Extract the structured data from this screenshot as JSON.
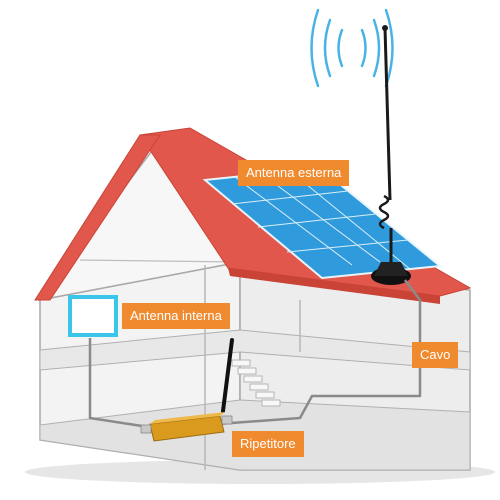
{
  "labels": {
    "outdoor_antenna": "Antenna esterna",
    "indoor_antenna": "Antenna interna",
    "cable": "Cavo",
    "repeater": "Ripetitore"
  },
  "colors": {
    "label_background": "#f08a2e",
    "label_text": "#ffffff",
    "roof": "#e2574c",
    "solar_panel": "#2f9bdc",
    "indoor_antenna_frame": "#39c6e8",
    "repeater_body": "#d99a1e",
    "house_fill": "#f2f2f2",
    "house_line": "#a8a8a8",
    "signal_waves": "#4ab3e6"
  },
  "icons": [
    "signal-waves-icon",
    "outdoor-antenna-icon",
    "indoor-antenna-icon",
    "repeater-icon",
    "staircase-icon"
  ]
}
